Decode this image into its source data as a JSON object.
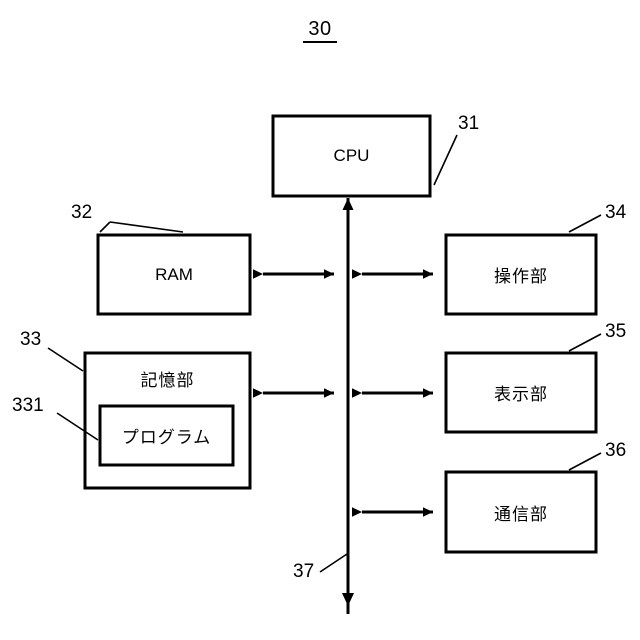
{
  "figure": {
    "number": "30",
    "type": "patent-block-diagram"
  },
  "blocks": {
    "cpu": {
      "label": "CPU",
      "ref": "31"
    },
    "ram": {
      "label": "RAM",
      "ref": "32"
    },
    "storage": {
      "label": "記憶部",
      "ref": "33"
    },
    "program": {
      "label": "プログラム",
      "ref": "331"
    },
    "operation": {
      "label": "操作部",
      "ref": "34"
    },
    "display": {
      "label": "表示部",
      "ref": "35"
    },
    "communication": {
      "label": "通信部",
      "ref": "36"
    }
  },
  "bus": {
    "ref": "37"
  },
  "colors": {
    "line": "#000000",
    "background": "#ffffff",
    "text": "#000000"
  }
}
